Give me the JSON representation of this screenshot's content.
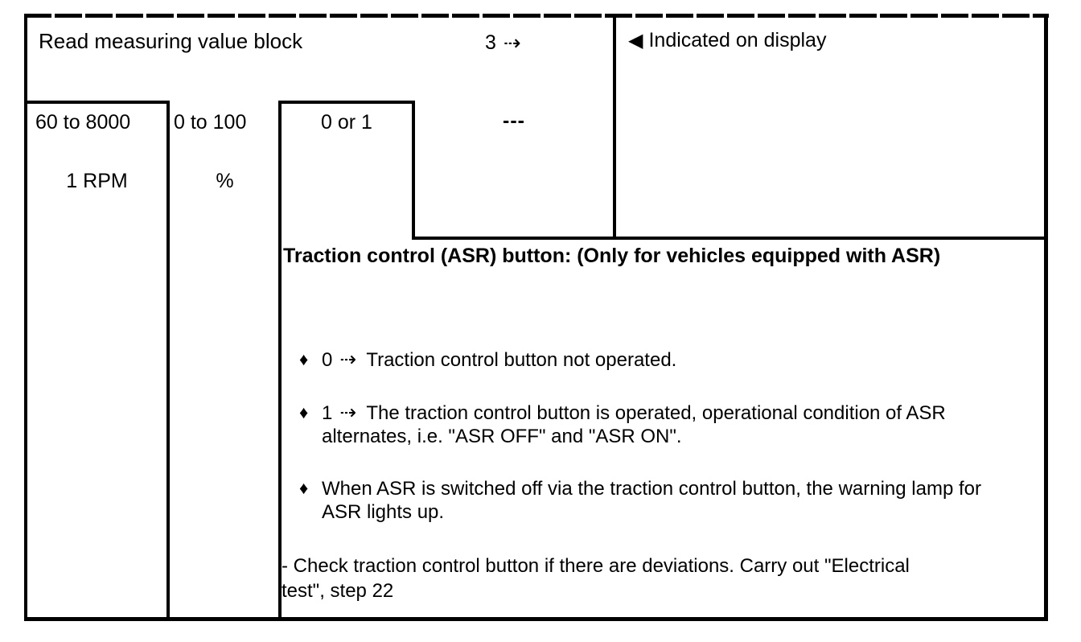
{
  "table": {
    "header": {
      "title": "Read measuring value block",
      "block_number": "3",
      "continue_arrow": "⇢",
      "display_indicator": {
        "icon": "◀",
        "label": "Indicated on display"
      }
    },
    "value_columns": [
      {
        "range": "60 to 8000",
        "unit": "1 RPM"
      },
      {
        "range": "0 to 100",
        "unit": "%"
      },
      {
        "range": "0 or 1",
        "unit": ""
      },
      {
        "range": "---",
        "unit": ""
      }
    ],
    "body": {
      "heading": "Traction control (ASR) button: (Only for vehicles equipped with ASR)",
      "bullets": [
        {
          "marker": "♦",
          "value": "0",
          "arrow": "⇢",
          "text": "Traction control button not operated."
        },
        {
          "marker": "♦",
          "value": "1",
          "arrow": "⇢",
          "text": "The traction control button is operated, operational condition of ASR alternates, i.e. \"ASR OFF\" and \"ASR ON\"."
        },
        {
          "marker": "♦",
          "value": "",
          "arrow": "",
          "text": "When ASR is switched off via the traction control button, the warning lamp for ASR lights up."
        }
      ],
      "note": "- Check traction control button if there are deviations. Carry out \"Electrical test\", step 22"
    }
  },
  "colors": {
    "ink": "#000000",
    "paper": "#ffffff"
  }
}
